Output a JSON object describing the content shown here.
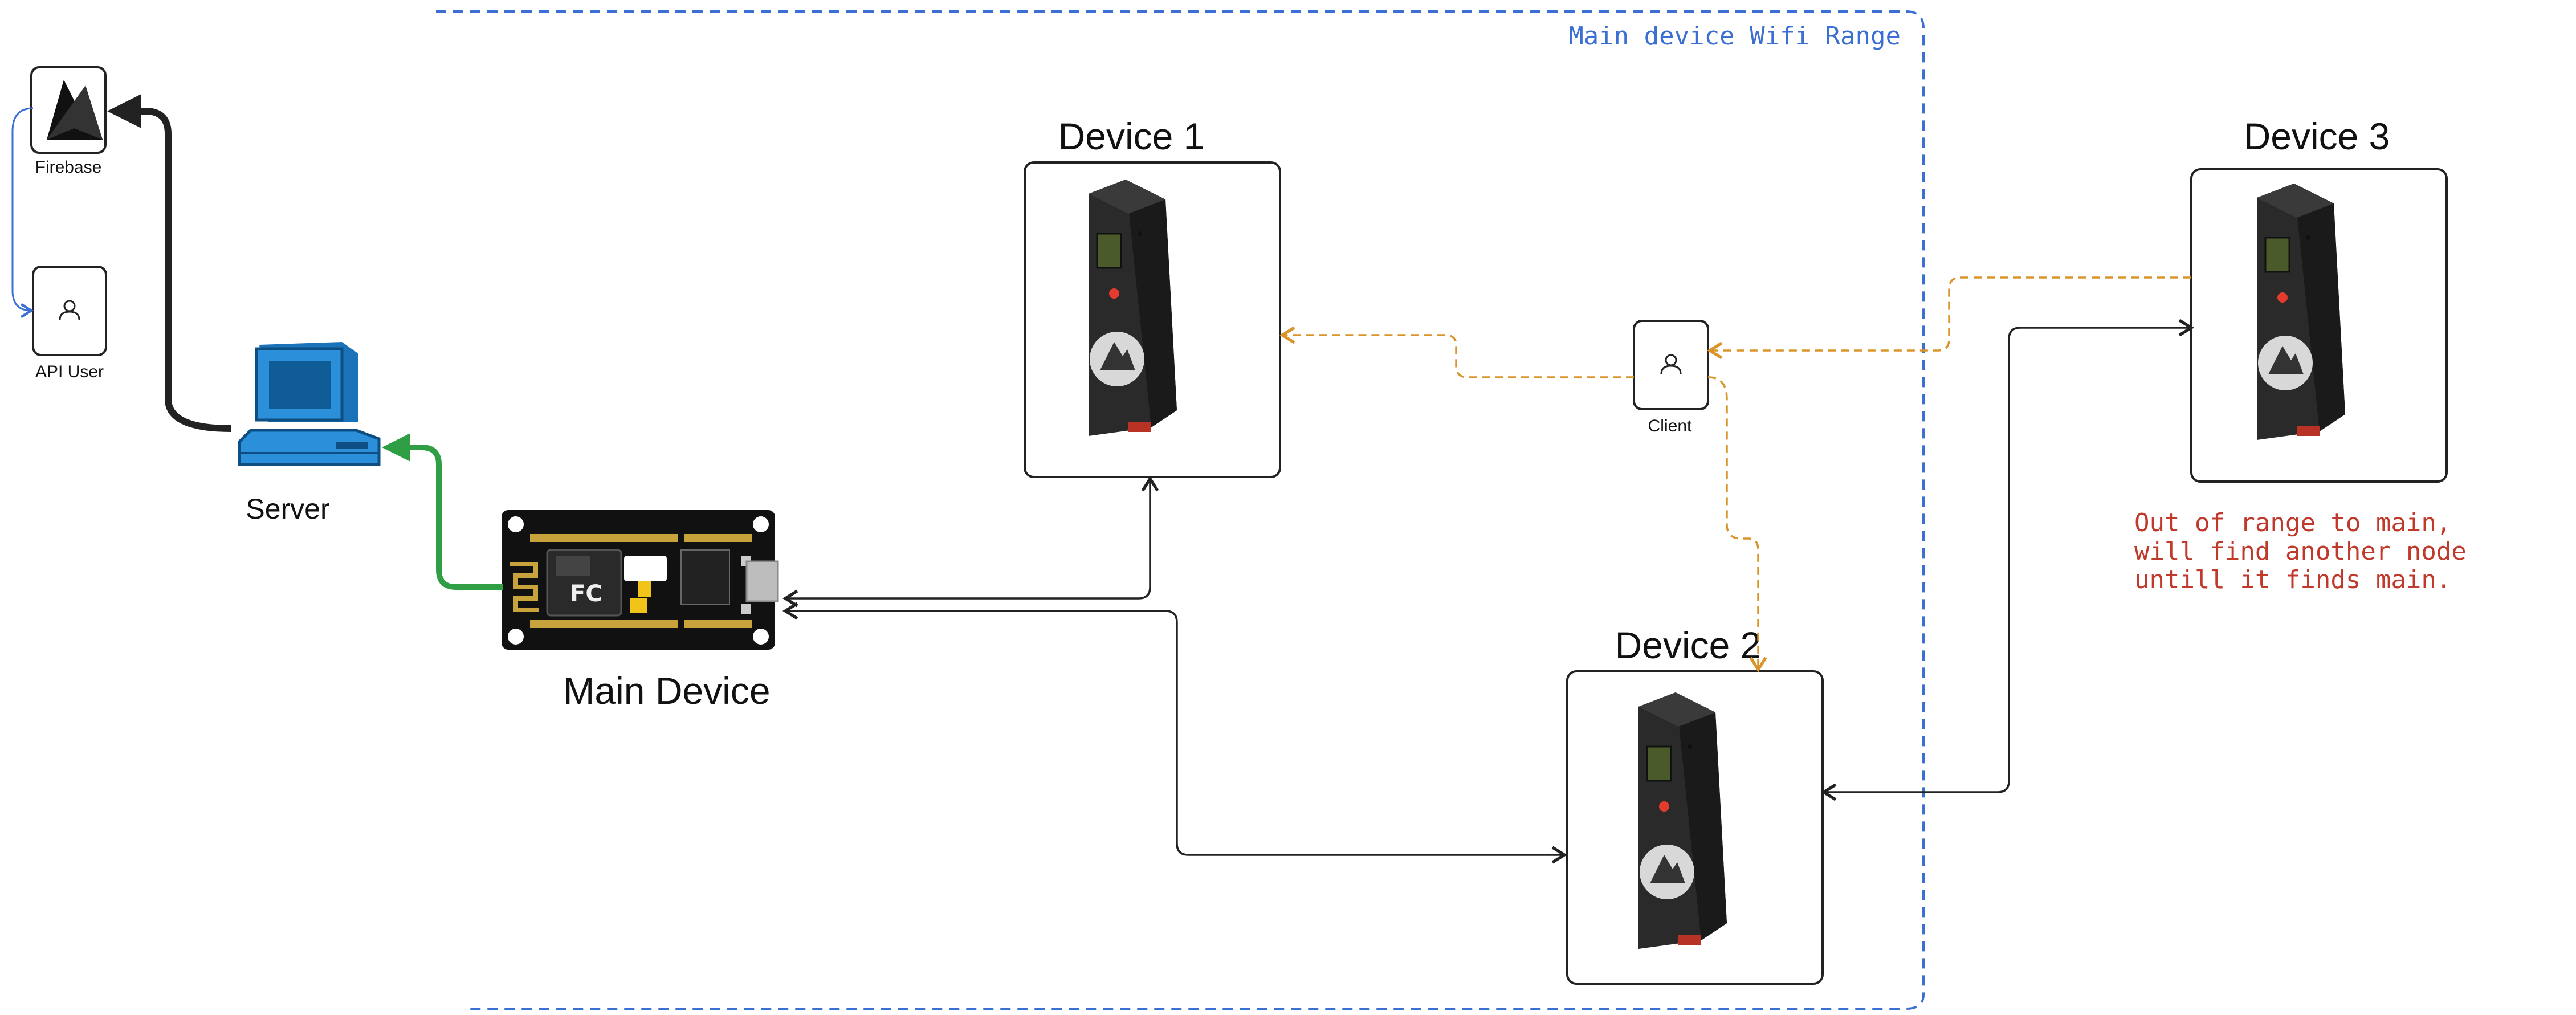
{
  "range": {
    "label": "Main device Wifi Range"
  },
  "nodes": {
    "firebase": {
      "label": "Firebase"
    },
    "api_user": {
      "label": "API User"
    },
    "server": {
      "label": "Server"
    },
    "main_device": {
      "label": "Main Device"
    },
    "device1": {
      "label": "Device 1"
    },
    "device2": {
      "label": "Device 2"
    },
    "device3": {
      "label": "Device 3"
    },
    "client": {
      "label": "Client"
    }
  },
  "note": {
    "lines": [
      "Out of range to main,",
      "will find another node",
      "untill it finds main."
    ]
  },
  "colors": {
    "range_border": "#3b6fd4",
    "range_label": "#3b6fd4",
    "server_to_firebase": "#222222",
    "main_to_server": "#2f9e44",
    "client_links": "#d9952a",
    "mesh_links": "#222222",
    "firebase_to_api": "#3b6fd4",
    "note_text": "#c0392b",
    "server_icon": "#1f77b4"
  },
  "icons": {
    "firebase": "firebase-flame-icon",
    "api_user": "user-icon",
    "client": "user-icon",
    "server": "computer-icon",
    "main_device": "esp8266-board-icon",
    "device": "sensor-enclosure-icon"
  }
}
